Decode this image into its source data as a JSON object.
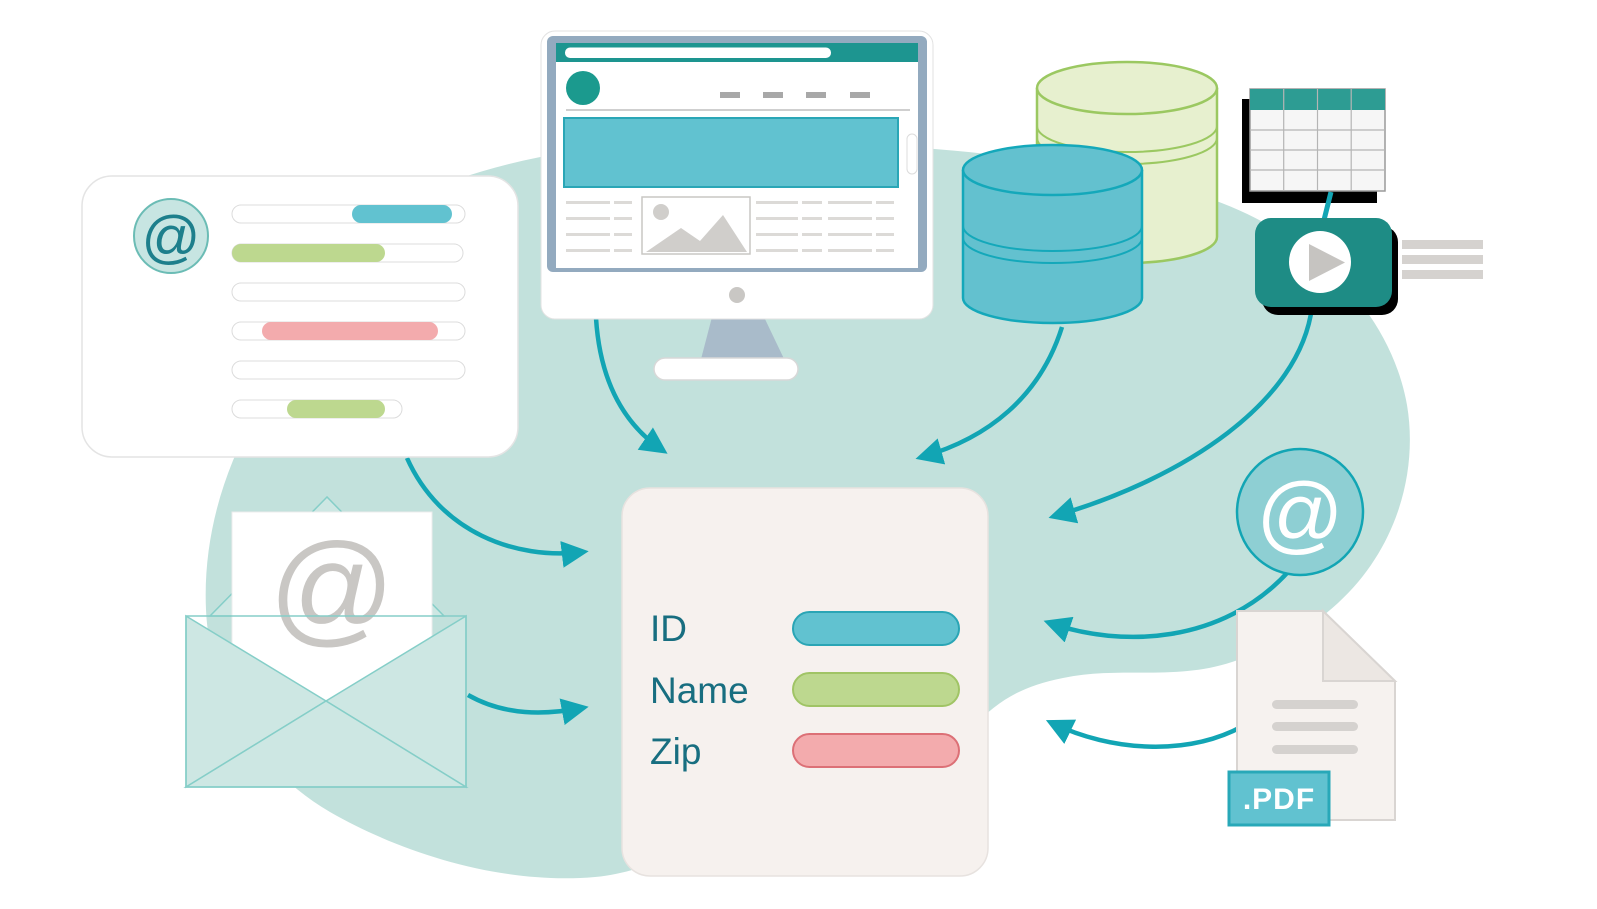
{
  "palette": {
    "background": "#ffffff",
    "blob": "#c2e1dc",
    "accent_teal": "#12a5b4",
    "dark_teal": "#1d9590",
    "logo_teal": "#1b9a8e",
    "video_teal": "#1e8c85",
    "table_header_teal": "#2d9c93",
    "teal_fill": "#61c2d0",
    "teal_stroke": "#2aa5b5",
    "green_fill": "#bdd88f",
    "green_stroke": "#a0c465",
    "pink_fill": "#f3abad",
    "pink_stroke": "#dc7076",
    "label_text": "#186e80",
    "monitor_bezel": "#93aabf",
    "monitor_stand": "#a9bbca",
    "db_green_fill": "#e7f0cf",
    "db_green_stroke": "#9bc861",
    "db_teal_fill": "#63c1cf",
    "db_teal_stroke": "#14a8ba",
    "gray_line": "#d5d2cf",
    "envelope_fill": "#cde7e3",
    "envelope_stroke": "#85cec8",
    "card_bg": "#f6f1ee",
    "paper_bg": "#f6f2ef"
  },
  "email_card": {
    "at_glyph": "@"
  },
  "envelope": {
    "at_glyph": "@"
  },
  "at_badge": {
    "at_glyph": "@"
  },
  "central_card": {
    "fields": [
      {
        "label": "ID",
        "value_color": "#61c2d0"
      },
      {
        "label": "Name",
        "value_color": "#bdd88f"
      },
      {
        "label": "Zip",
        "value_color": "#f3abad"
      }
    ]
  },
  "pdf": {
    "extension_label": ".PDF"
  }
}
